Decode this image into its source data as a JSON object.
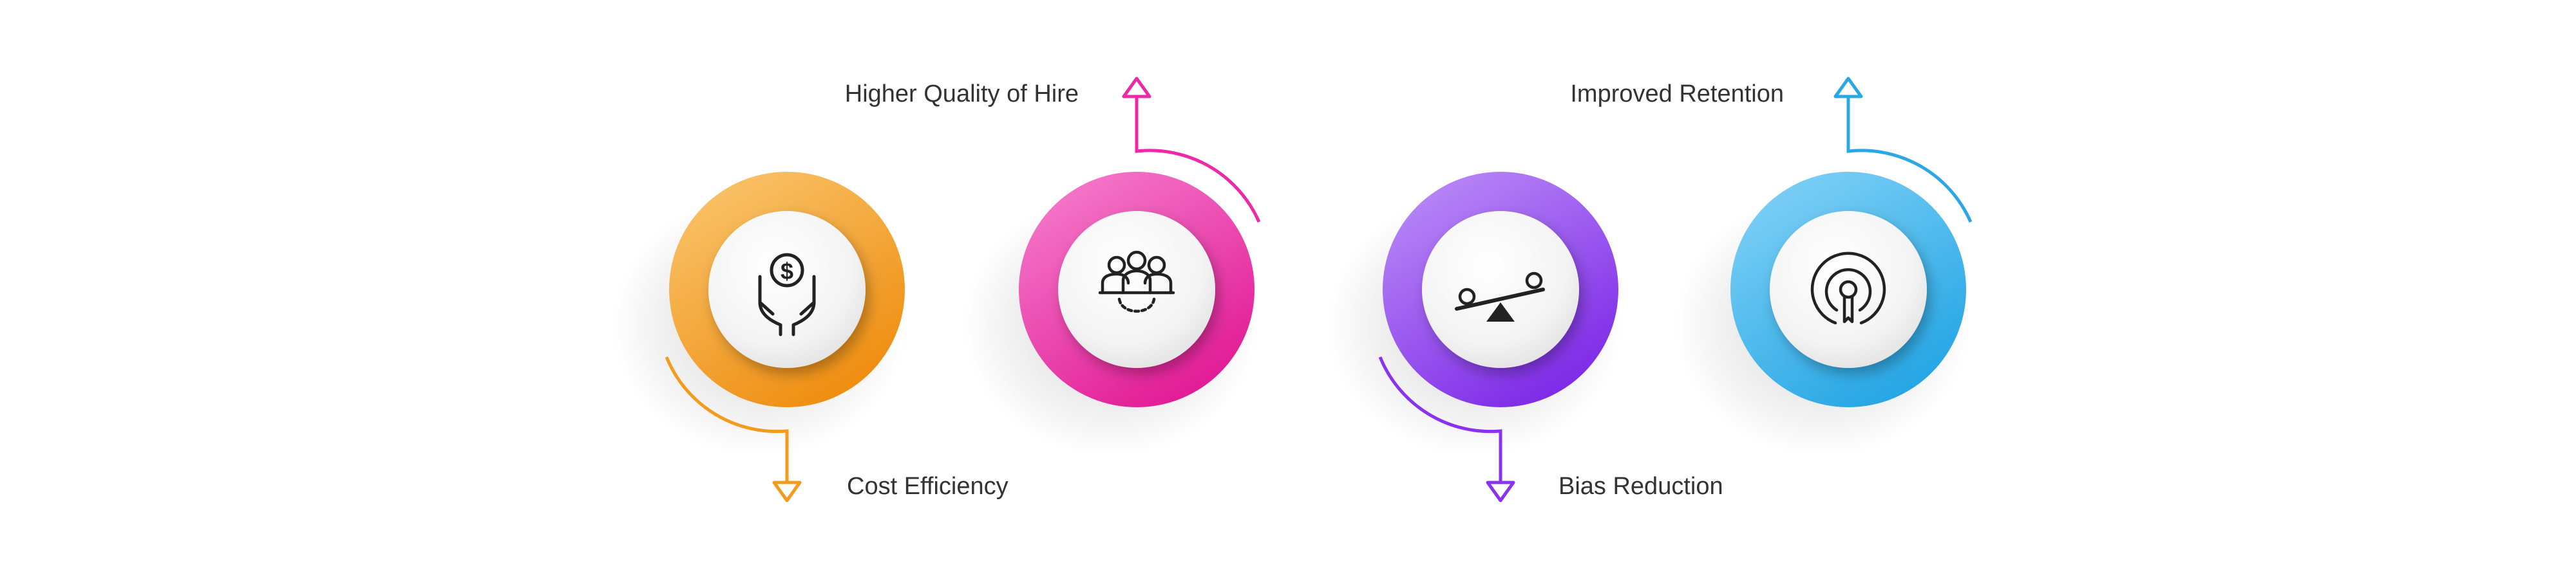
{
  "steps": [
    {
      "label": "Cost Efficiency",
      "icon": "hands-dollar-icon",
      "color_light": "#F9C36A",
      "color_dark": "#EE8A0A",
      "accent": "#F29B1D",
      "arrow": "down"
    },
    {
      "label": "Higher Quality of Hire",
      "icon": "team-gear-icon",
      "color_light": "#F57ACB",
      "color_dark": "#E01591",
      "accent": "#EC2AA7",
      "arrow": "up"
    },
    {
      "label": "Bias Reduction",
      "icon": "seesaw-balance-icon",
      "color_light": "#B98AF7",
      "color_dark": "#7A24E6",
      "accent": "#8A33EE",
      "arrow": "down"
    },
    {
      "label": "Improved Retention",
      "icon": "target-pointer-icon",
      "color_light": "#7FD0F6",
      "color_dark": "#1FA3E3",
      "accent": "#2AA8E6",
      "arrow": "up"
    }
  ]
}
